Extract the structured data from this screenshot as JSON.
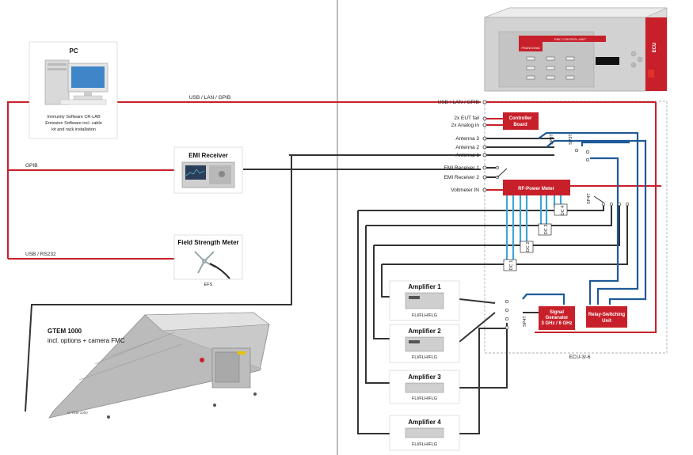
{
  "pc": {
    "title": "PC",
    "caption_line1": "Immunity Software CR-LAB",
    "caption_line2": "Emission Software incl. cable",
    "caption_line3": "kit and rack installation"
  },
  "emi_receiver": {
    "title": "EMI Receiver"
  },
  "fsm": {
    "title": "Field Strength Meter",
    "caption": "EFS"
  },
  "gtem": {
    "title": "GTEM 1000",
    "subtitle": "incl. options + camera FMC",
    "label": "G-TEM 1000"
  },
  "cables": {
    "usb_lan_gpib": "USB / LAN / GPIB",
    "gpib": "GPIB",
    "usb_rs232": "USB / RS232",
    "usb_lan_gpib_right": "USB / LAN / GPIB"
  },
  "ecu": {
    "panel_label": "EMC CONTROL UNIT",
    "side_label": "ECU",
    "brand": "FRANKONIA",
    "bottom_label": "ECU-3/-6",
    "ports": {
      "eut_fail": "2x EUT fail",
      "analog_in": "2x Analog in",
      "antenna3": "Antenna 3",
      "antenna2": "Antenna 2",
      "antenna1": "Antenna 1",
      "emi1": "EMI Receiver 1",
      "emi2": "EMI Receiver 2",
      "voltmeter": "Voltmeter IN"
    },
    "controller_board": [
      "Controller",
      "Board"
    ],
    "rf_power_meter": "RF-Power Meter",
    "signal_generator": [
      "Signal",
      "Generator",
      "3 GHz / 6 GHz"
    ],
    "relay_unit": [
      "Relay-Switching",
      "Unit"
    ],
    "switches": {
      "sp3t_a": "SP3T",
      "sp3t_b": "SP3T",
      "sp4t_a": "SP4T",
      "sp4t_b": "SP4T"
    },
    "couplers": {
      "dc1": "DC 1",
      "dc2": "DC 2",
      "dc3": "DC 3",
      "dc4": "DC 4"
    }
  },
  "amplifiers": [
    {
      "title": "Amplifier 1",
      "caption": "FLI/FLH/FLG"
    },
    {
      "title": "Amplifier 2",
      "caption": "FLI/FLH/FLG"
    },
    {
      "title": "Amplifier 3",
      "caption": "FLI/FLH/FLG"
    },
    {
      "title": "Amplifier 4",
      "caption": "FLI/FLH/FLG"
    }
  ],
  "colors": {
    "red": "#c8202a",
    "blue": "#1f5a99",
    "cyan": "#3fa7d6",
    "dark": "#333333"
  }
}
